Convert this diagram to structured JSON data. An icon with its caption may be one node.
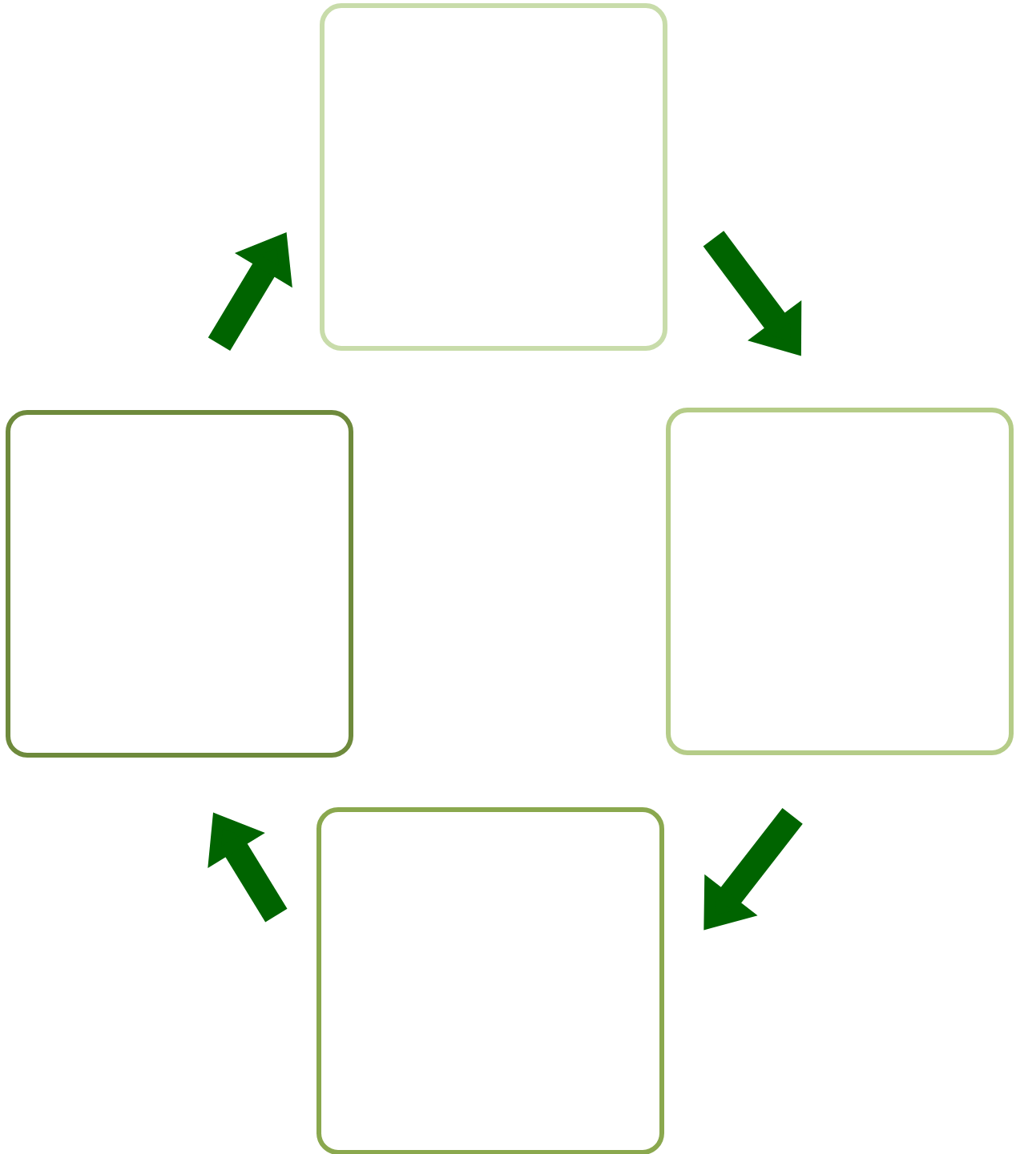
{
  "diagram": {
    "nodes": [
      {
        "text": [],
        "shape": "box"
      },
      {
        "text": [],
        "shape": "box"
      },
      {
        "text": [],
        "shape": "box"
      },
      {
        "text": [],
        "shape": "box"
      }
    ],
    "edges": [
      {
        "from": 0,
        "to": 1,
        "arrow": "to"
      },
      {
        "from": 1,
        "to": 2,
        "arrow": "to"
      },
      {
        "from": 2,
        "to": 3,
        "arrow": "to"
      },
      {
        "from": 3,
        "to": 0,
        "arrow": "to"
      }
    ]
  }
}
